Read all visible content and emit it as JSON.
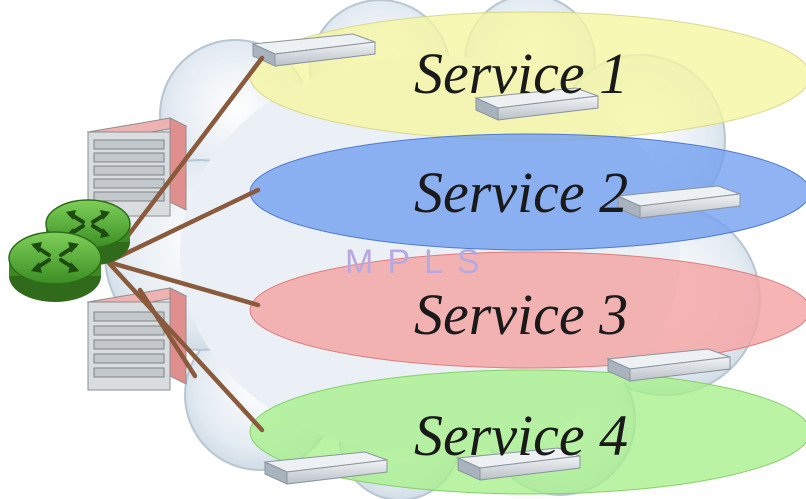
{
  "diagram": {
    "cloud_label": "MPLS",
    "services": [
      {
        "label": "Service 1",
        "color": "#f6f6a0"
      },
      {
        "label": "Service 2",
        "color": "#6f9df0"
      },
      {
        "label": "Service 3",
        "color": "#f5a3a3"
      },
      {
        "label": "Service 4",
        "color": "#a6f08a"
      }
    ],
    "colors": {
      "cloud": "#dde7f0",
      "link": "#8a5a3c",
      "router": "#4ea82f",
      "chassis_top": "#e6a0a0"
    }
  }
}
